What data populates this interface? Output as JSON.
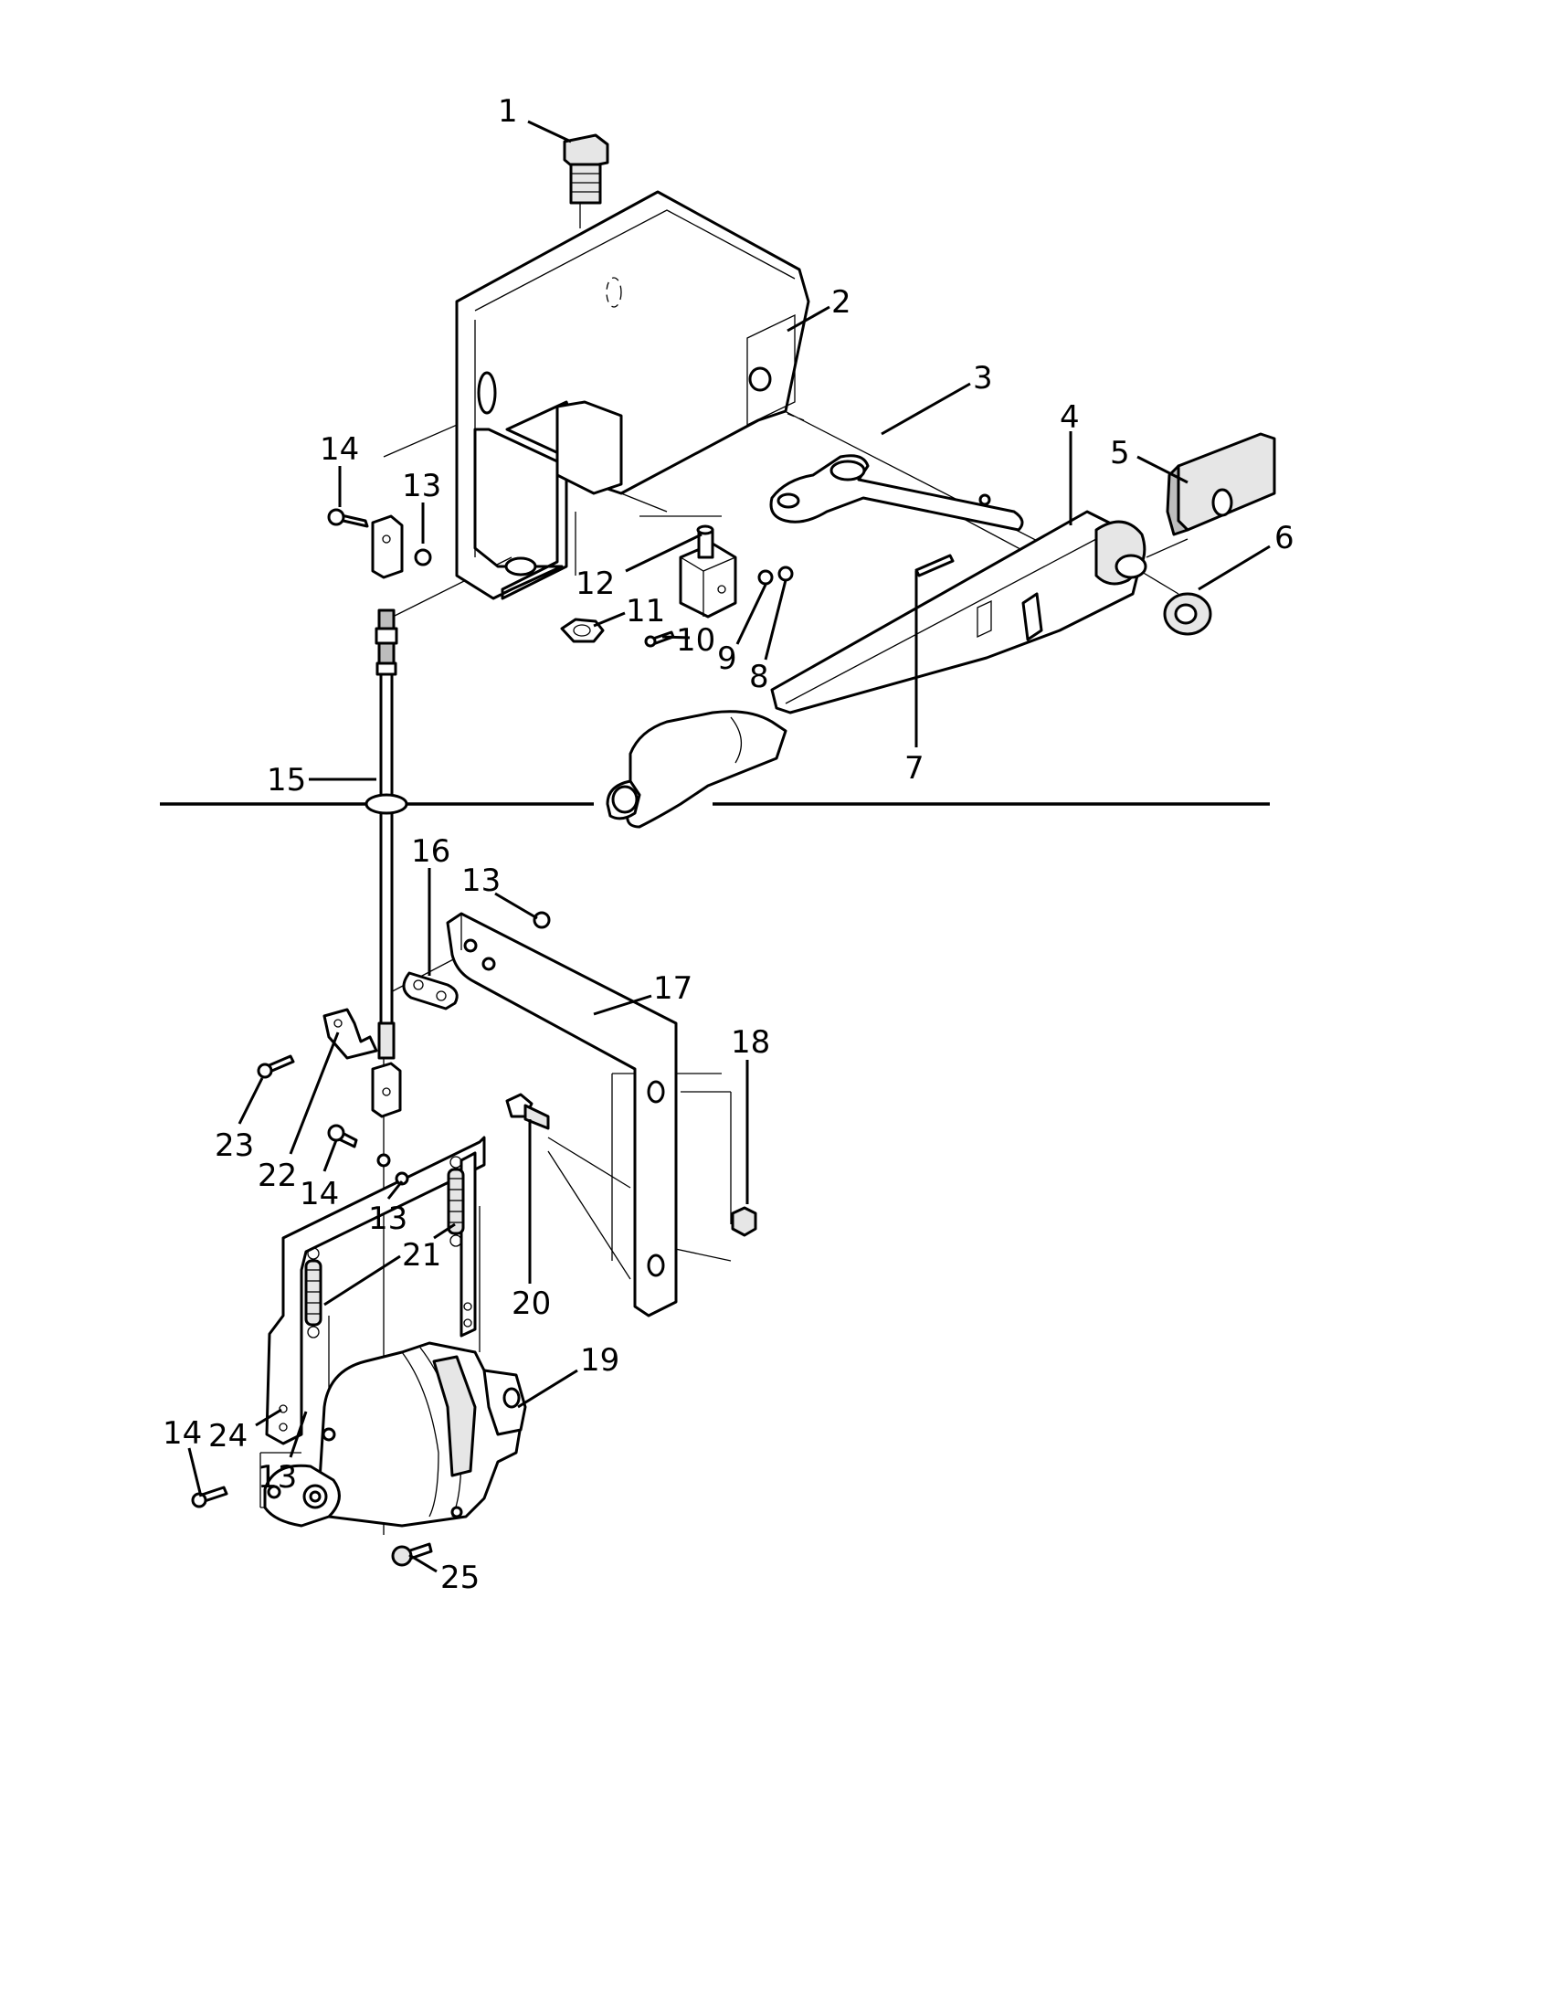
{
  "callouts": [
    {
      "id": "c1",
      "text": "1"
    },
    {
      "id": "c2",
      "text": "2"
    },
    {
      "id": "c3",
      "text": "3"
    },
    {
      "id": "c4",
      "text": "4"
    },
    {
      "id": "c5",
      "text": "5"
    },
    {
      "id": "c6",
      "text": "6"
    },
    {
      "id": "c7",
      "text": "7"
    },
    {
      "id": "c8",
      "text": "8"
    },
    {
      "id": "c9",
      "text": "9"
    },
    {
      "id": "c10",
      "text": "10"
    },
    {
      "id": "c11",
      "text": "11"
    },
    {
      "id": "c12",
      "text": "12"
    },
    {
      "id": "c13a",
      "text": "13"
    },
    {
      "id": "c14a",
      "text": "14"
    },
    {
      "id": "c15",
      "text": "15"
    },
    {
      "id": "c16",
      "text": "16"
    },
    {
      "id": "c13b",
      "text": "13"
    },
    {
      "id": "c17",
      "text": "17"
    },
    {
      "id": "c18",
      "text": "18"
    },
    {
      "id": "c19",
      "text": "19"
    },
    {
      "id": "c20",
      "text": "20"
    },
    {
      "id": "c21",
      "text": "21"
    },
    {
      "id": "c22",
      "text": "22"
    },
    {
      "id": "c23",
      "text": "23"
    },
    {
      "id": "c14b",
      "text": "14"
    },
    {
      "id": "c13c",
      "text": "13"
    },
    {
      "id": "c24",
      "text": "24"
    },
    {
      "id": "c14c",
      "text": "14"
    },
    {
      "id": "c13d",
      "text": "13"
    },
    {
      "id": "c25",
      "text": "25"
    }
  ]
}
